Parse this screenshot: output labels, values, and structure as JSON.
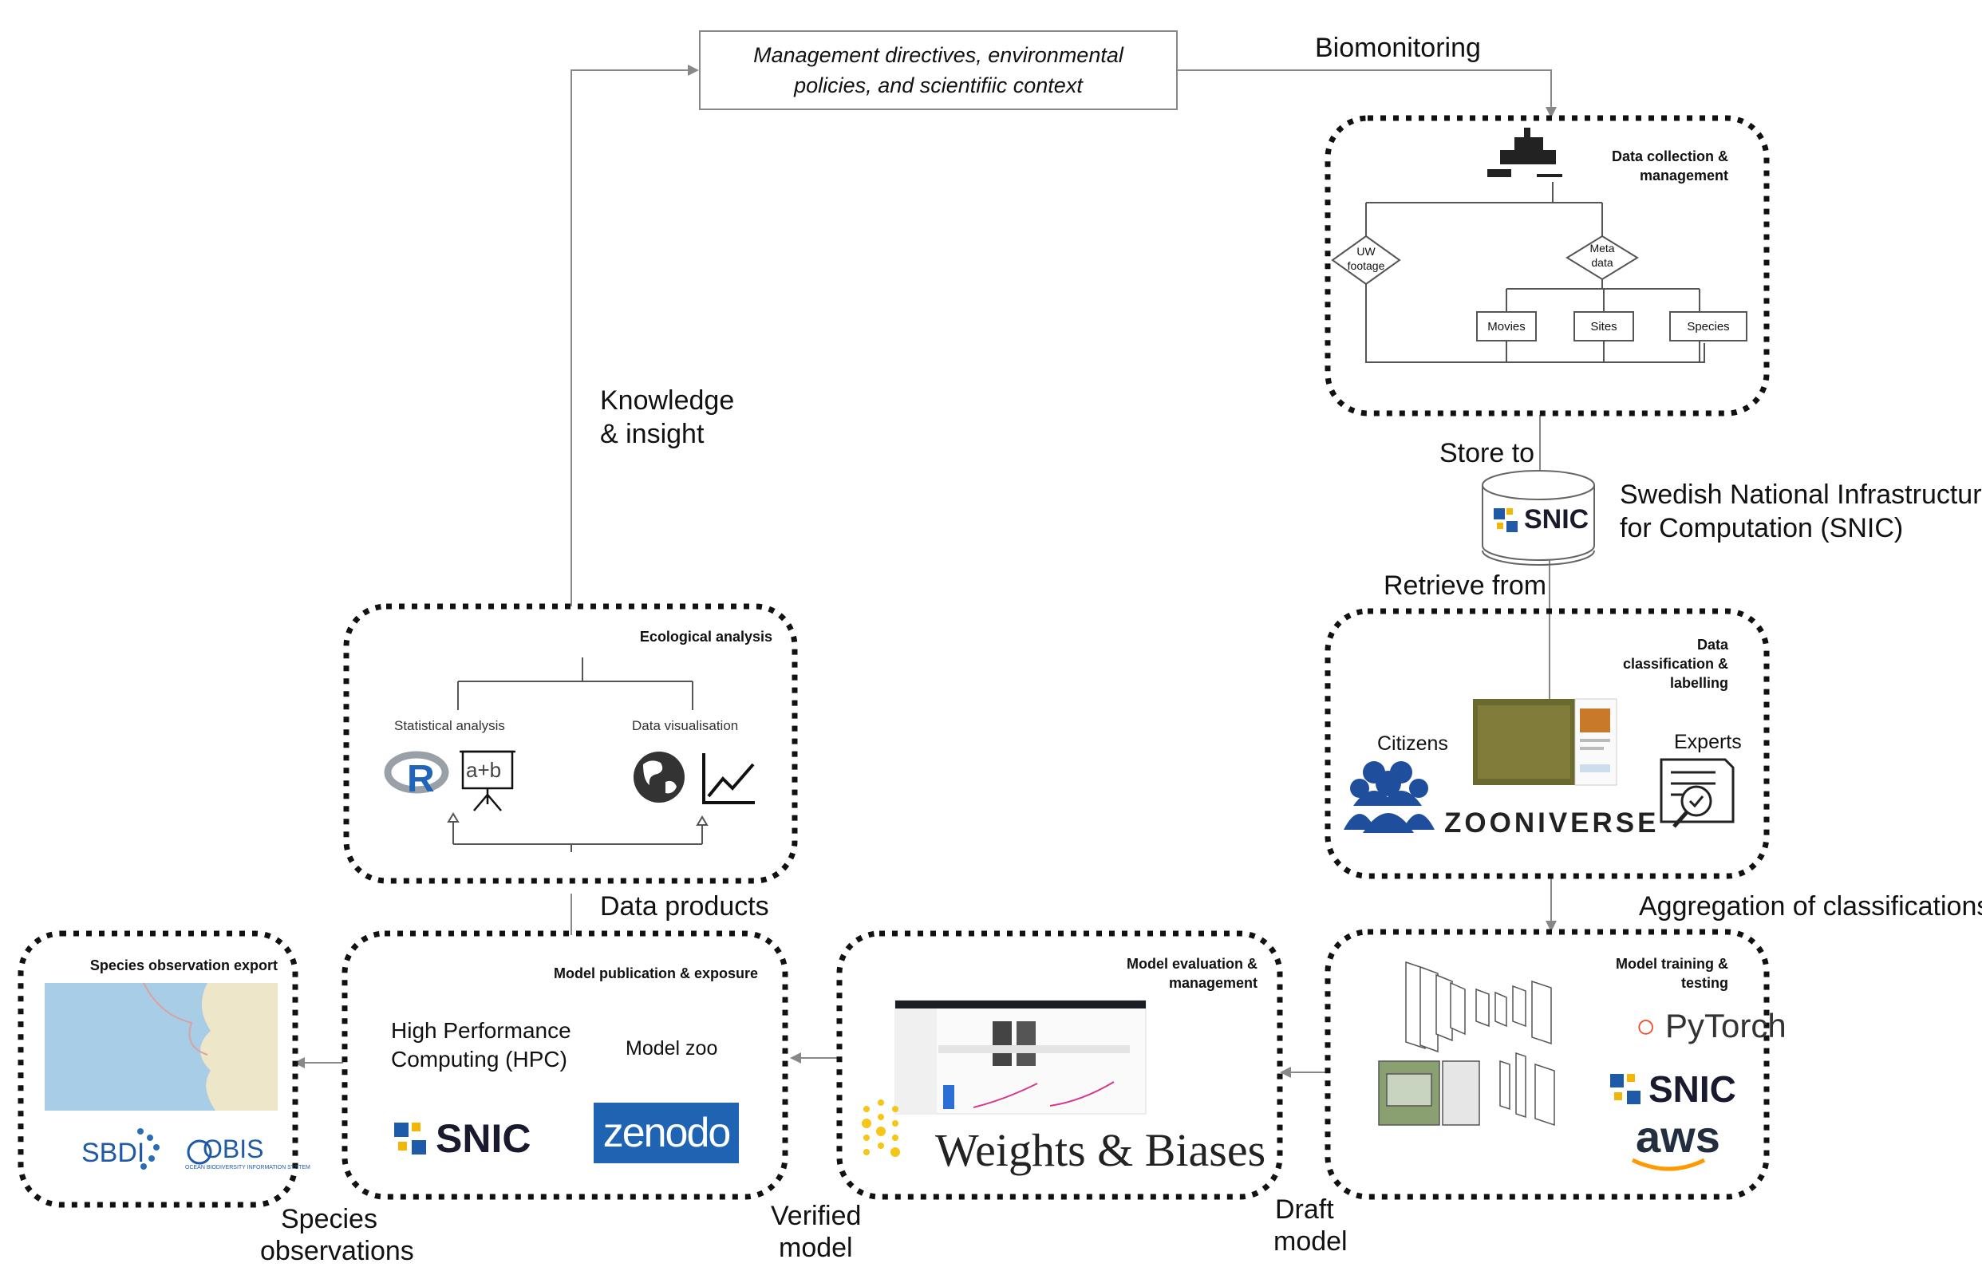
{
  "top_box": {
    "line1": "Management directives, environmental",
    "line2": "policies, and scientifiic  context"
  },
  "flow_labels": {
    "biomonitoring": "Biomonitoring",
    "knowledge1": "Knowledge",
    "knowledge2": "& insight",
    "store_to": "Store to",
    "snic_full1": "Swedish National Infrastructure",
    "snic_full2": "for Computation (SNIC)",
    "retrieve_from": "Retrieve from",
    "aggregation": "Aggregation of classifications",
    "data_products": "Data products",
    "draft1": "Draft",
    "draft2": "model",
    "verified1": "Verified",
    "verified2": "model",
    "species_obs1": "Species",
    "species_obs2": "observations"
  },
  "boxes": {
    "collection": {
      "title1": "Data collection &",
      "title2": "management",
      "uw1": "UW",
      "uw2": "footage",
      "meta1": "Meta",
      "meta2": "data",
      "movies": "Movies",
      "sites": "Sites",
      "species": "Species"
    },
    "classification": {
      "title1": "Data",
      "title2": "classification &",
      "title3": "labelling",
      "citizens": "Citizens",
      "experts": "Experts",
      "zooniverse": "ZOONIVERSE"
    },
    "training": {
      "title1": "Model training &",
      "title2": "testing",
      "pytorch": "PyTorch",
      "aws": "aws"
    },
    "evaluation": {
      "title1": "Model evaluation &",
      "title2": "management",
      "wb": "Weights & Biases"
    },
    "publication": {
      "title": "Model publication & exposure",
      "hpc1": "High Performance",
      "hpc2": "Computing (HPC)",
      "zoo": "Model zoo",
      "zenodo": "zenodo"
    },
    "export": {
      "title": "Species observation export",
      "sbdi": "SBDI",
      "obis": "OBIS",
      "obis_sub": "OCEAN BIODIVERSITY INFORMATION SYSTEM"
    },
    "ecological": {
      "title": "Ecological analysis",
      "stat": "Statistical analysis",
      "vis": "Data visualisation",
      "ab": "a+b",
      "r": "R"
    }
  },
  "snic_text": "SNIC",
  "colors": {
    "snic_blue": "#1e5aa8",
    "snic_yellow": "#f2b705",
    "zenodo": "#1f64b3",
    "wb_yellow": "#f5c518",
    "citizens_blue": "#1f4e9c",
    "aws_orange": "#ff9900"
  }
}
